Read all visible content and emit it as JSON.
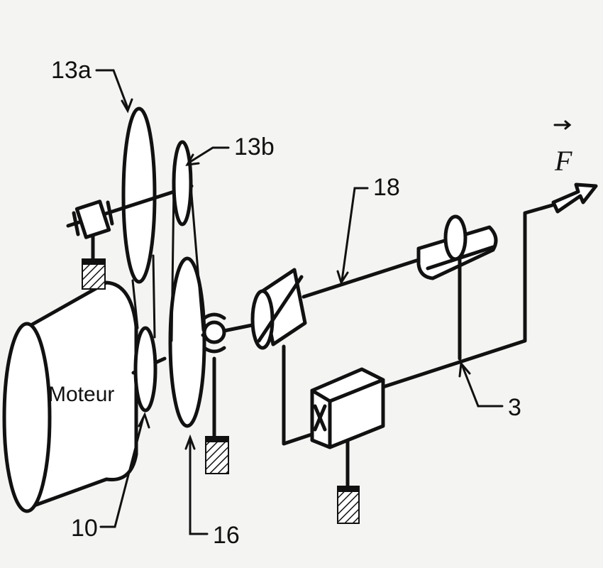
{
  "labels": {
    "l13a": "13a",
    "l13b": "13b",
    "l18": "18",
    "l3": "3",
    "l10": "10",
    "l16": "16",
    "motor": "Moteur",
    "force": "F"
  },
  "colors": {
    "ink": "#111111",
    "paper": "#f4f4f2"
  }
}
